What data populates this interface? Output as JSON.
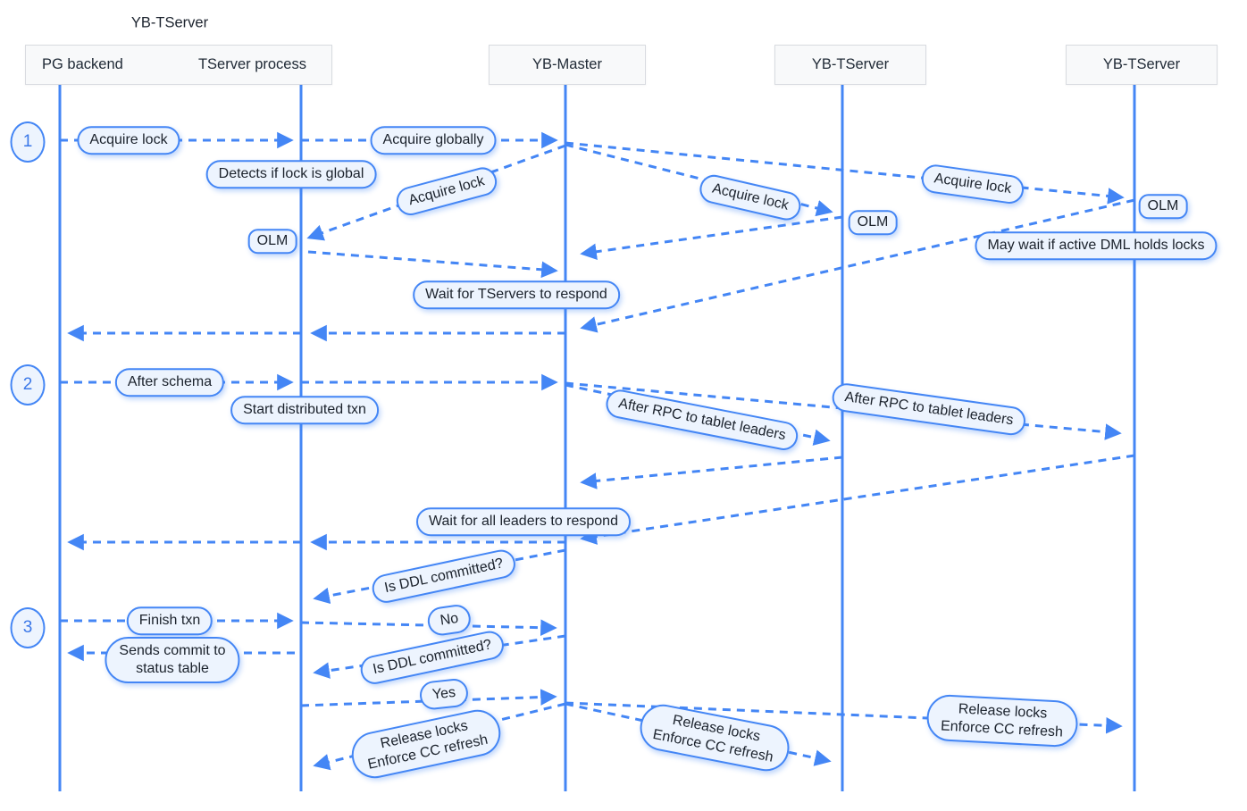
{
  "diagram": {
    "group_label": "YB-TServer",
    "participants": {
      "pg": "PG backend",
      "tserver_process": "TServer process",
      "master": "YB-Master",
      "tserver1": "YB-TServer",
      "tserver2": "YB-TServer"
    },
    "steps": {
      "s1": "1",
      "s2": "2",
      "s3": "3"
    },
    "messages": {
      "acquire_lock": "Acquire lock",
      "acquire_globally": "Acquire globally",
      "detects_if_lock_is_global": "Detects if lock is global",
      "olm": "OLM",
      "may_wait_if_active_dml_holds_locks": "May wait if active DML holds locks",
      "wait_for_tservers_to_respond": "Wait for TServers to respond",
      "after_schema": "After schema",
      "start_distributed_txn": "Start distributed txn",
      "after_rpc_to_tablet_leaders": "After RPC to tablet leaders",
      "wait_for_all_leaders_to_respond": "Wait for all leaders to respond",
      "is_ddl_committed": "Is DDL committed?",
      "finish_txn": "Finish txn",
      "no": "No",
      "yes": "Yes",
      "sends_commit_line1": "Sends commit to",
      "sends_commit_line2": "status table",
      "release_locks_line1": "Release locks",
      "release_locks_line2": "Enforce CC refresh"
    },
    "colors": {
      "accent_blue": "#4486f5",
      "pill_fill": "#edf4fe",
      "header_fill": "#f8f9fa",
      "header_border": "#d8dbe0",
      "number_blue": "#3b78e8",
      "text_dark": "#1b222c"
    }
  }
}
